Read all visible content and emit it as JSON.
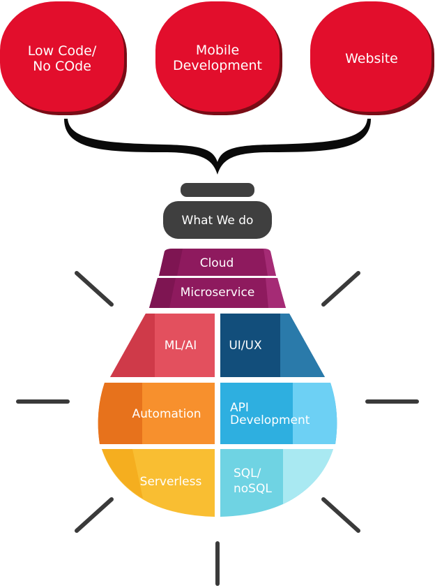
{
  "top_services": [
    {
      "line1": "Low Code/",
      "line2": "No COde"
    },
    {
      "line1": "Mobile",
      "line2": "Development"
    },
    {
      "line1": "Website",
      "line2": ""
    }
  ],
  "center_label": "What We do",
  "bulb_top": {
    "cloud": "Cloud",
    "microservice": "Microservice"
  },
  "bulb_cells": {
    "ml_ai": "ML/AI",
    "ui_ux": "UI/UX",
    "automation": "Automation",
    "api_line1": "API",
    "api_line2": "Development",
    "serverless": "Serverless",
    "sql_line1": "SQL/",
    "sql_line2": "noSQL"
  },
  "colors": {
    "red": "#e20e2c",
    "dark_red": "#7a0c16",
    "brace": "#0a0a0a",
    "cap": "#3f3f3f",
    "magenta": "#8e1a5e",
    "magenta_light": "#a52b75",
    "ml_dark": "#d13a4b",
    "ml_light": "#e3505e",
    "ui_dark": "#124e7b",
    "ui_light": "#2a7aaa",
    "auto_dark": "#e7721c",
    "auto_light": "#f7902d",
    "api_dark": "#2eafe0",
    "api_light": "#6dd0f4",
    "server_dark": "#f5ae1f",
    "server_light": "#f9be32",
    "sql_dark": "#6fd3e3",
    "sql_light": "#a9e9f2",
    "ray": "#3a3a3a"
  }
}
